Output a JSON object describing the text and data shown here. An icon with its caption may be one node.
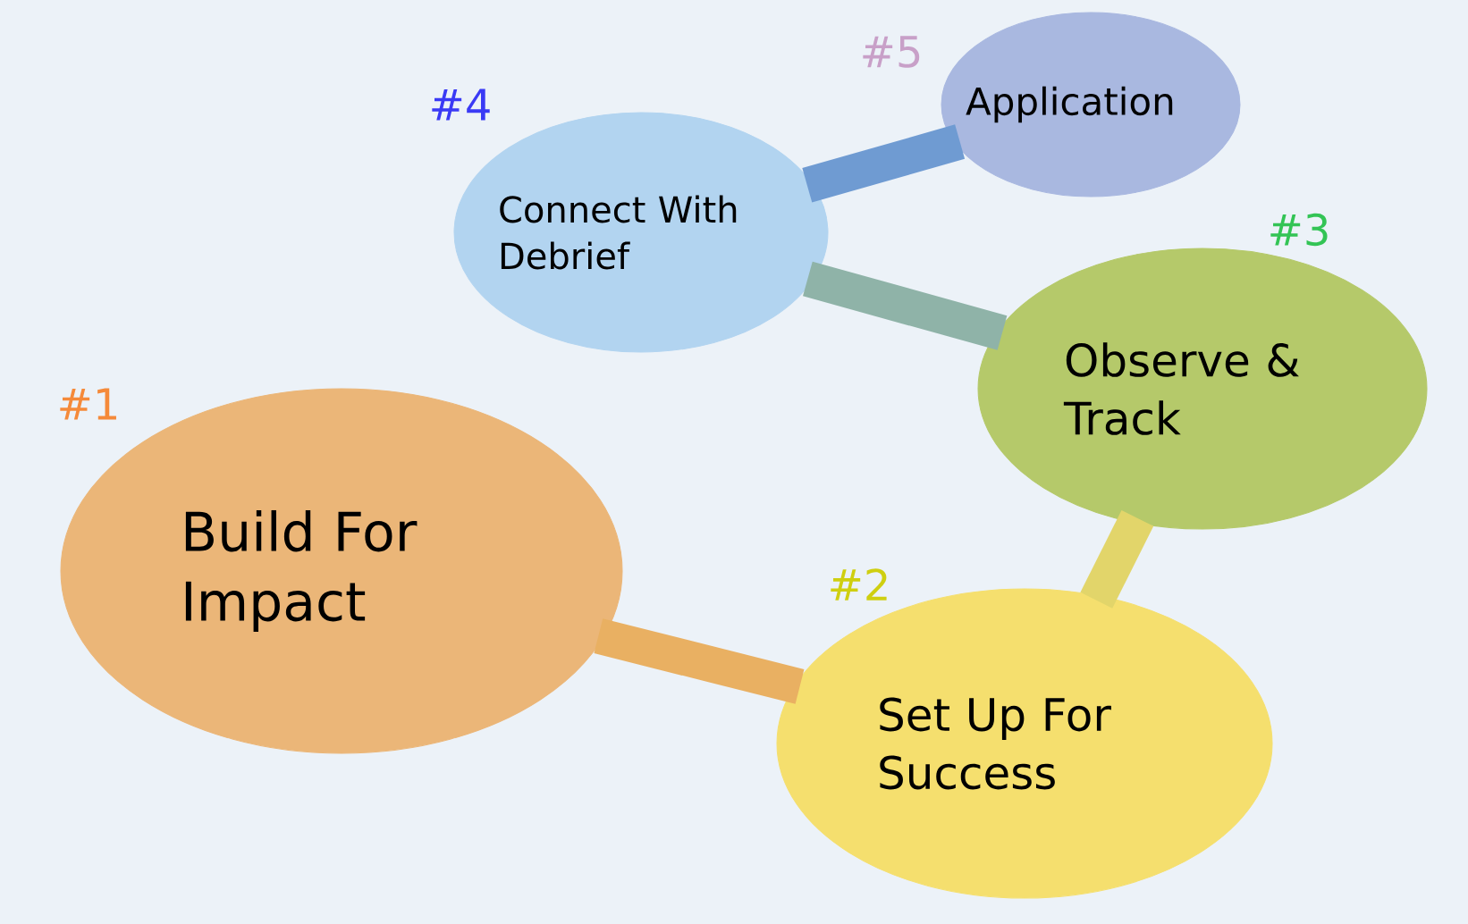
{
  "diagram": {
    "nodes": [
      {
        "text": [
          "Build For Impact"
        ],
        "beside": [
          "#1"
        ]
      },
      {
        "text": [
          "Set Up For Success"
        ],
        "beside": [
          "#2"
        ]
      },
      {
        "text": [
          "Observe & Track"
        ],
        "beside": [
          "#3"
        ]
      },
      {
        "text": [
          "Connect With Debrief"
        ],
        "beside": [
          "#4"
        ]
      },
      {
        "text": [
          "Application"
        ],
        "beside": [
          "#5"
        ]
      }
    ],
    "edges": [
      {
        "from": 0,
        "to": 1,
        "arrow": "none",
        "color": "#e9b062"
      },
      {
        "from": 1,
        "to": 2,
        "arrow": "none",
        "color": "#e2d56a"
      },
      {
        "from": 2,
        "to": 3,
        "arrow": "none",
        "color": "#8fb3a8"
      },
      {
        "from": 3,
        "to": 4,
        "arrow": "none",
        "color": "#6f9bd2"
      }
    ]
  }
}
